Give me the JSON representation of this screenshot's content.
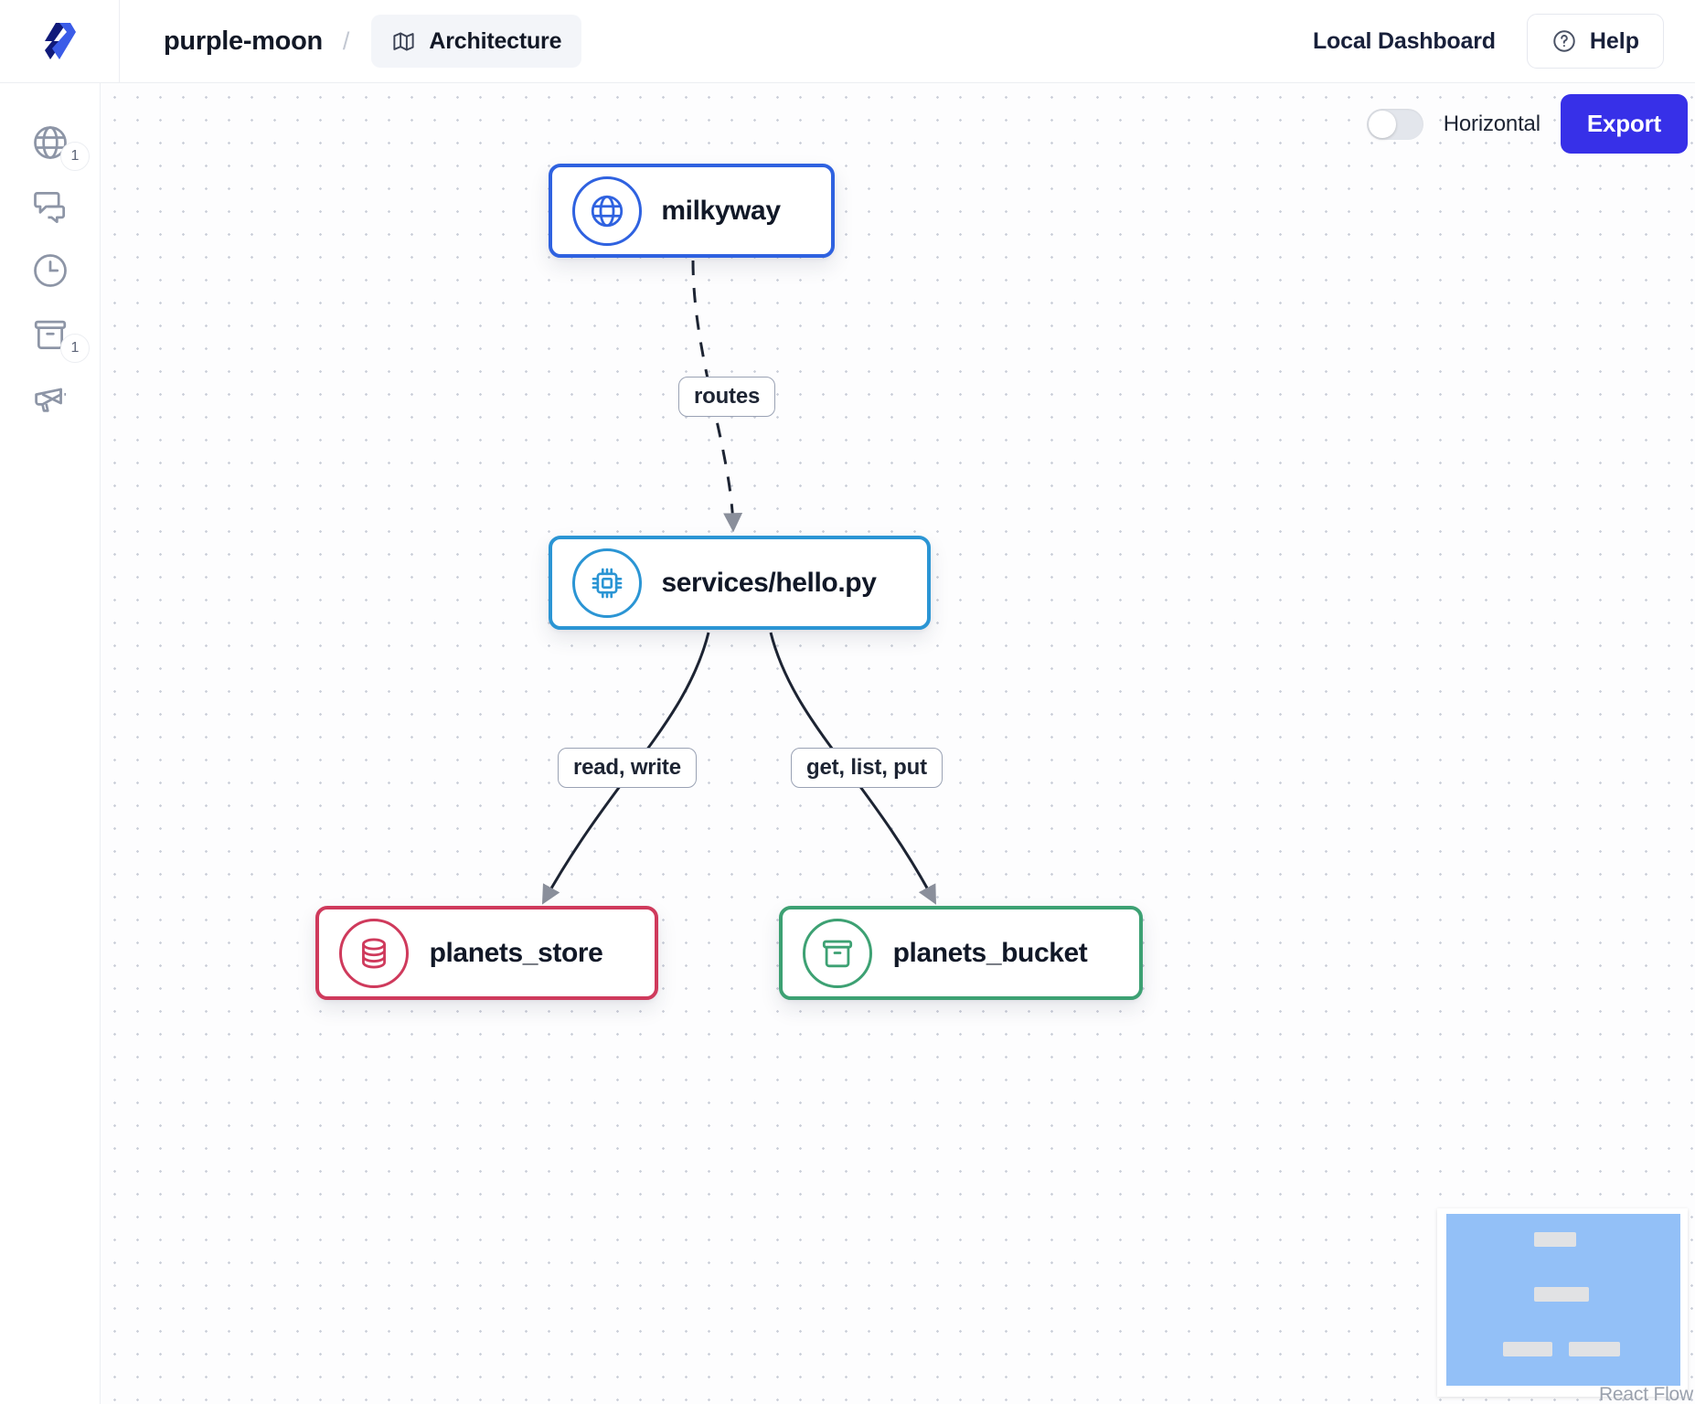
{
  "header": {
    "logo_icon": "logo-mark-icon",
    "project_title": "purple-moon",
    "separator": "/",
    "tab": {
      "icon": "map-icon",
      "label": "Architecture"
    },
    "local_dashboard": "Local Dashboard",
    "help": {
      "icon": "help-circle-icon",
      "label": "Help"
    }
  },
  "sidebar": {
    "items": [
      {
        "name": "sidebar-item-endpoints",
        "icon": "globe-icon",
        "badge": "1"
      },
      {
        "name": "sidebar-item-messaging",
        "icon": "chat-bubbles-icon",
        "badge": ""
      },
      {
        "name": "sidebar-item-cron",
        "icon": "clock-icon",
        "badge": ""
      },
      {
        "name": "sidebar-item-buckets",
        "icon": "bucket-icon",
        "badge": "1"
      },
      {
        "name": "sidebar-item-announcements",
        "icon": "megaphone-icon",
        "badge": ""
      }
    ]
  },
  "panel": {
    "toggle": {
      "label": "Horizontal",
      "state": "off"
    },
    "export_label": "Export"
  },
  "canvas": {
    "attribution": "React Flow",
    "colors": {
      "api": "#2f62e0",
      "service": "#2b95d4",
      "database": "#cf3a5c",
      "bucket": "#3da173",
      "export": "#3730e8",
      "minimap_mask": "#93c0f7"
    },
    "nodes": [
      {
        "id": "milkyway",
        "label": "milkyway",
        "icon": "globe-icon",
        "type": "api"
      },
      {
        "id": "service",
        "label": "services/hello.py",
        "icon": "cpu-chip-icon",
        "type": "service"
      },
      {
        "id": "store",
        "label": "planets_store",
        "icon": "database-icon",
        "type": "database"
      },
      {
        "id": "bucket",
        "label": "planets_bucket",
        "icon": "bucket-icon",
        "type": "bucket"
      }
    ],
    "edges": [
      {
        "from": "milkyway",
        "to": "service",
        "label": "routes",
        "style": "dashed"
      },
      {
        "from": "service",
        "to": "store",
        "label": "read, write",
        "style": "solid"
      },
      {
        "from": "service",
        "to": "bucket",
        "label": "get, list, put",
        "style": "solid"
      }
    ]
  },
  "minimap": {
    "name": "minimap",
    "node_count": 4
  }
}
